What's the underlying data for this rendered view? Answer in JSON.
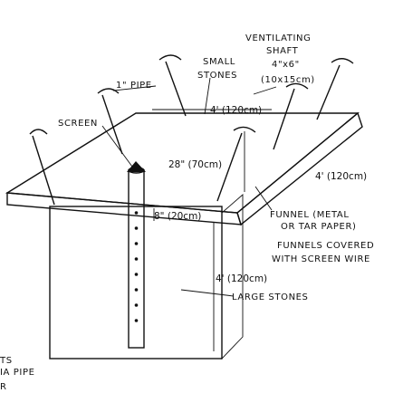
{
  "labels": {
    "ventilating_shaft": "VENTILATING",
    "shaft_word": "SHAFT",
    "shaft_size": "4\"x6\"",
    "shaft_size_cm": "(10x15cm)",
    "small": "SMALL",
    "stones": "STONES",
    "pipe": "1\" PIPE",
    "screen": "SCREEN",
    "funnel_1": "FUNNEL (METAL",
    "funnel_2": "OR TAR PAPER)",
    "funnels_covered_1": "FUNNELS COVERED",
    "funnels_covered_2": "WITH SCREEN WIRE",
    "large_stones": "LARGE STONES",
    "cut_off_1": "TS",
    "cut_off_2": "IA PIPE",
    "cut_off_3": "R"
  },
  "dimensions": {
    "top_width": "4' (120cm)",
    "inner_depth": "28\" (70cm)",
    "side_length": "4' (120cm)",
    "slab_depth": "8\" (20cm)",
    "pit_depth": "4' (120cm)"
  },
  "colors": {
    "ink": "#111111",
    "paper": "#ffffff"
  }
}
